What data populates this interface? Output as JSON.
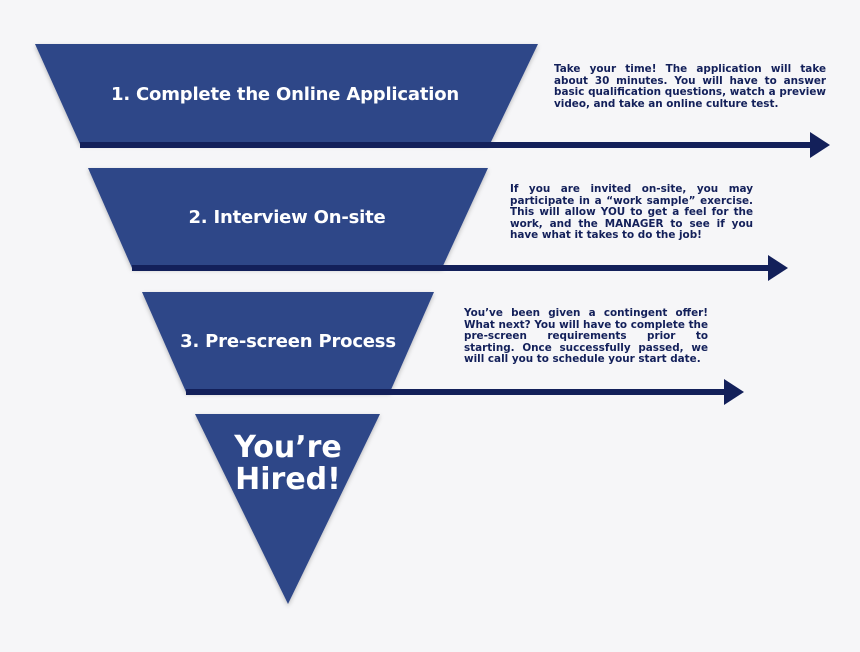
{
  "colors": {
    "funnel_fill": "#2f4788",
    "arrow": "#13205a",
    "text_dark": "#13205a",
    "background": "#f6f6f8"
  },
  "stages": [
    {
      "title": "1. Complete the Online Application",
      "description": "Take your time! The application will take about 30 minutes. You will have to answer basic qualification questions, watch a preview video, and take an online culture test."
    },
    {
      "title": "2. Interview On-site",
      "description": "If you are invited on-site, you may participate in a “work sample” exercise. This will allow YOU to get a feel for the work, and the MANAGER to see if you have what it takes to do the job!"
    },
    {
      "title": "3. Pre-screen Process",
      "description": "You’ve been given a contingent offer! What next? You will have to complete the pre-screen requirements prior to starting. Once successfully passed, we will call you to schedule your start date."
    }
  ],
  "final": {
    "title": "You’re\nHired!"
  }
}
